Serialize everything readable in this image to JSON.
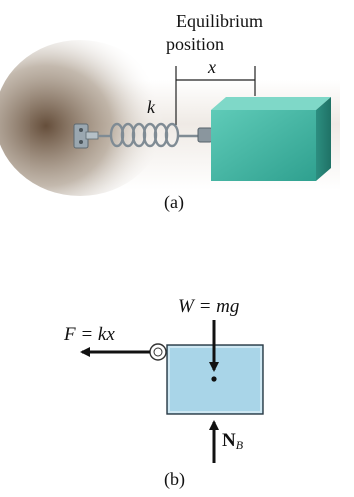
{
  "figure_a": {
    "label_equilibrium": "Equilibrium",
    "label_position": "position",
    "label_x": "x",
    "label_k": "k",
    "caption": "(a)"
  },
  "figure_b": {
    "label_weight": "W = mg",
    "label_spring_force": "F = kx",
    "label_normal_main": "N",
    "label_normal_sub": "B",
    "caption": "(b)"
  },
  "colors": {
    "block_a": "#3fb8a6",
    "block_b": "#a9d5e8",
    "spring": "#8e9aa3",
    "shadow": "#6e5a44",
    "floor": "#e9e4df"
  }
}
